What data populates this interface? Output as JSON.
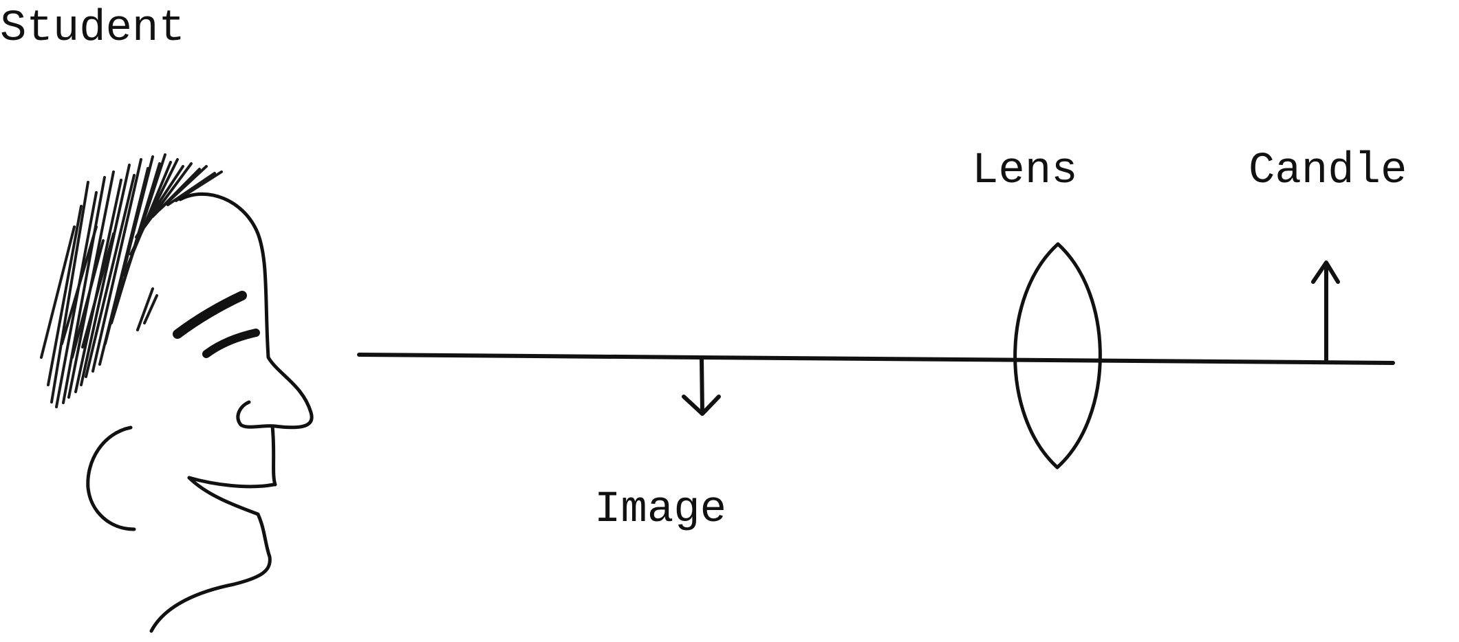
{
  "labels": {
    "student": "Student",
    "lens": "Lens",
    "candle": "Candle",
    "image": "Image"
  },
  "colors": {
    "ink": "#111111",
    "background": "#ffffff"
  }
}
